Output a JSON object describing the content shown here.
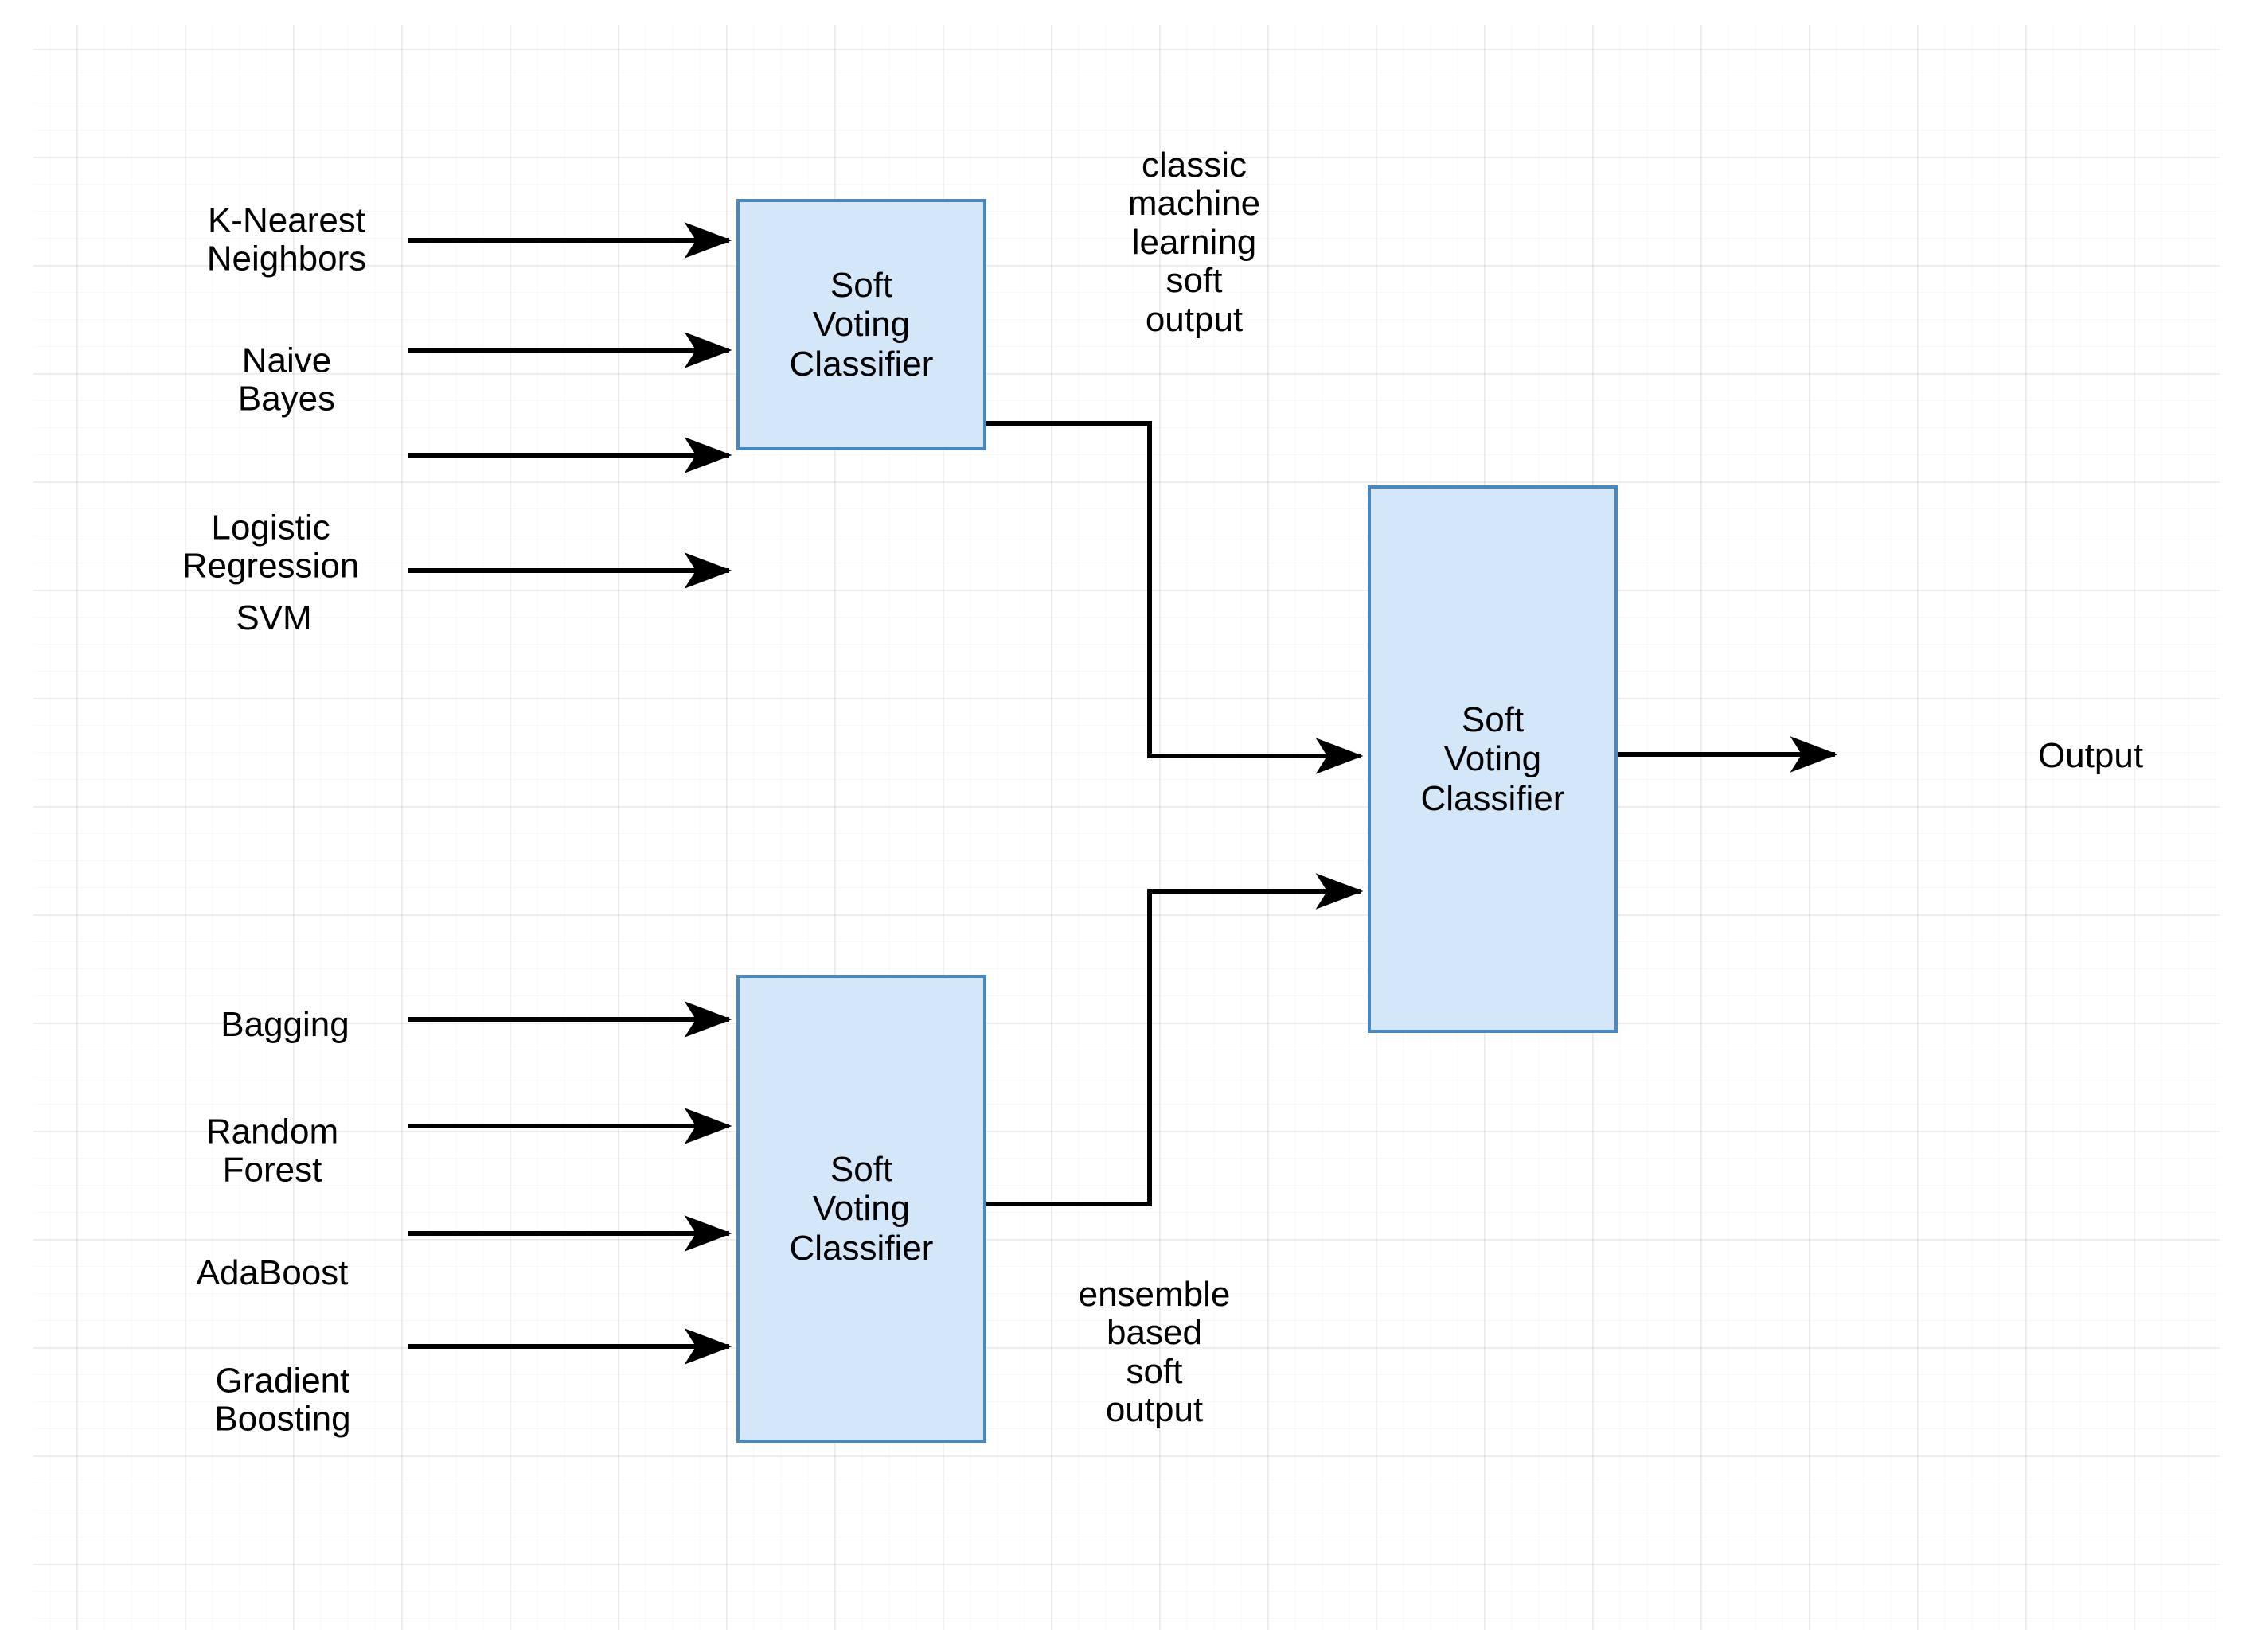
{
  "diagram": {
    "title": "Two-stage soft voting ensemble architecture",
    "colors": {
      "box_fill": "#d4e7f8",
      "box_border": "#4a87bf",
      "wire": "#000000",
      "text": "#000000",
      "grid_major": "#e4e4e4",
      "grid_minor": "#f4f4f4",
      "background": "#ffffff"
    },
    "classic_inputs": [
      {
        "label": "K-Nearest\nNeighbors"
      },
      {
        "label": "Naive\nBayes"
      },
      {
        "label": "Logistic\nRegression"
      },
      {
        "label": "SVM"
      }
    ],
    "ensemble_inputs": [
      {
        "label": "Bagging"
      },
      {
        "label": "Random\nForest"
      },
      {
        "label": "AdaBoost"
      },
      {
        "label": "Gradient\nBoosting"
      }
    ],
    "boxes": {
      "classic_voter": "Soft\nVoting\nClassifier",
      "ensemble_voter": "Soft\nVoting\nClassifier",
      "final_voter": "Soft\nVoting\nClassifier"
    },
    "edge_labels": {
      "classic_output": "classic\nmachine\nlearning\nsoft\noutput",
      "ensemble_output": "ensemble\nbased\nsoft\noutput"
    },
    "terminal": {
      "output": "Output"
    }
  }
}
